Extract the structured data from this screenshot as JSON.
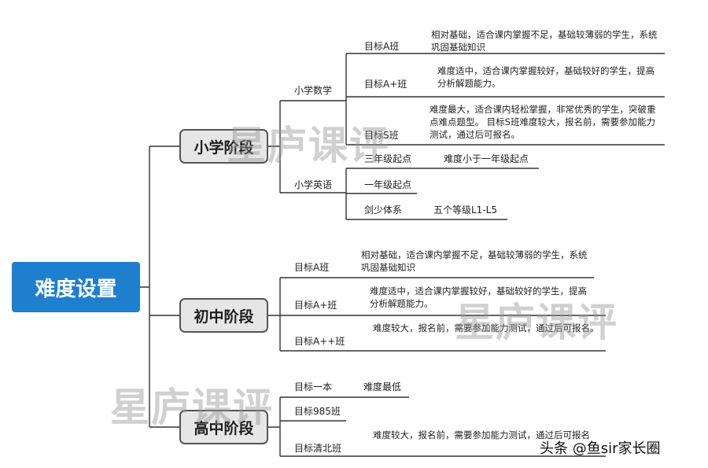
{
  "root": "难度设置",
  "stages": [
    {
      "label": "小学阶段",
      "subjects": [
        {
          "label": "小学数学",
          "classes": [
            {
              "name": "目标A班",
              "desc": "相对基础，适合课内掌握不足，基础较薄弱的学生，系统巩固基础知识"
            },
            {
              "name": "目标A+班",
              "desc": "难度适中，适合课内掌握较好，基础较好的学生，提高分析解题能力。"
            },
            {
              "name": "目标S班",
              "desc": "难度最大，适合课内轻松掌握，非常优秀的学生，突破重点难点题型。 目标S班难度较大，报名前，需要参加能力测试，通过后可报名。"
            }
          ]
        },
        {
          "label": "小学英语",
          "classes": [
            {
              "name": "三年级起点",
              "desc": "难度小于一年级起点"
            },
            {
              "name": "一年级起点",
              "desc": ""
            },
            {
              "name": "剑少体系",
              "desc": "五个等级L1-L5"
            }
          ]
        }
      ]
    },
    {
      "label": "初中阶段",
      "classes": [
        {
          "name": "目标A班",
          "desc": "相对基础，适合课内掌握不足，基础较薄弱的学生，系统巩固基础知识"
        },
        {
          "name": "目标A+班",
          "desc": "难度适中，适合课内掌握较好，基础较好的学生，提高分析解题能力。"
        },
        {
          "name": "目标A++班",
          "desc": "难度较大，报名前，需要参加能力测试，通过后可报名。"
        }
      ]
    },
    {
      "label": "高中阶段",
      "classes": [
        {
          "name": "目标一本",
          "desc": "难度最低"
        },
        {
          "name": "目标985班",
          "desc": ""
        },
        {
          "name": "目标清北班",
          "desc": "难度较大，报名前，需要参加能力测试，通过后可报名"
        }
      ]
    }
  ],
  "watermark": "星庐课评",
  "credit": "头条 @鱼sir家长圈",
  "colors": {
    "root_fill": "#1e7fcf",
    "stage_fill": "#e6e6e6",
    "stage_border": "#555555",
    "line": "#333333",
    "watermark": "#969696"
  }
}
